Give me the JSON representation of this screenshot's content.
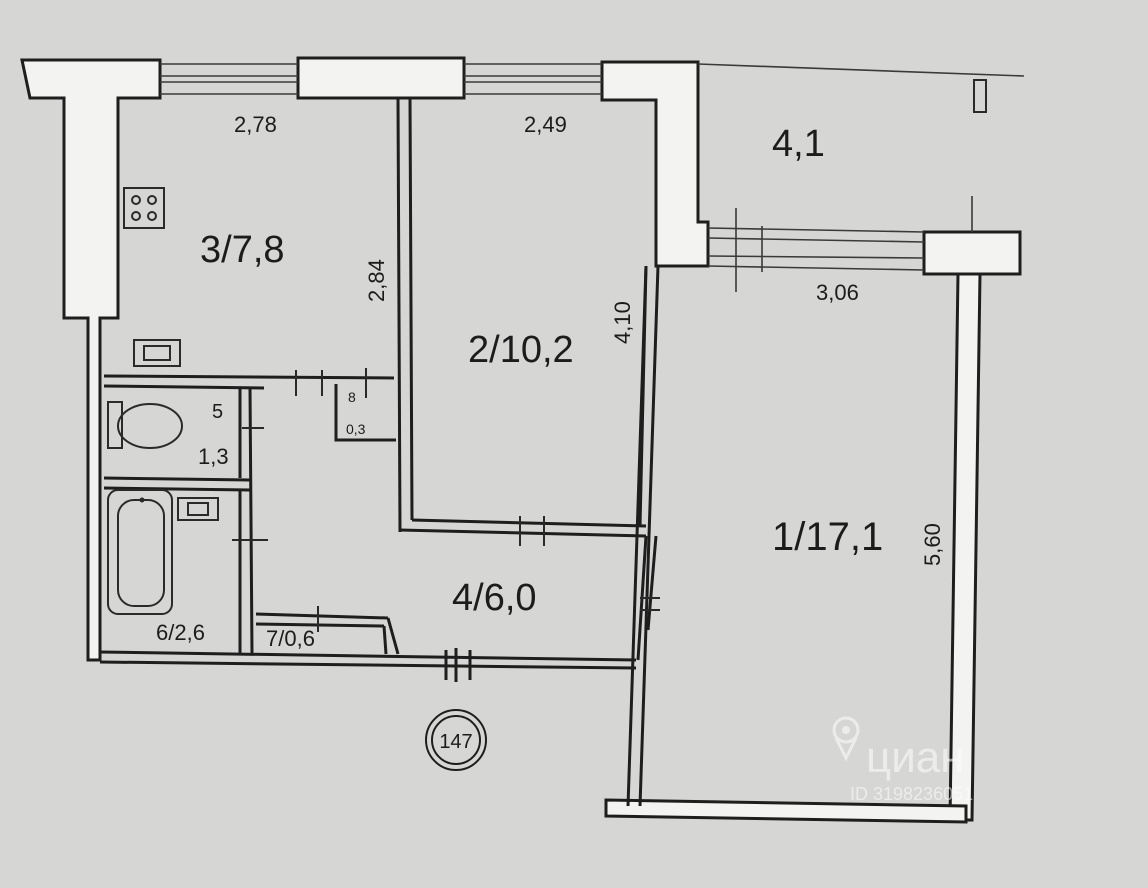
{
  "rooms": {
    "kitchen": "3/7,8",
    "bedroom": "2/10,2",
    "living": "1/17,1",
    "hall": "4/6,0",
    "wc_num": "5",
    "wc_area": "1,3",
    "bath": "6/2,6",
    "closet": "7/0,6",
    "niche_num": "8",
    "niche_area": "0,3",
    "balcony": "4,1"
  },
  "dimensions": {
    "kitchen_width": "2,78",
    "bedroom_width": "2,49",
    "kitchen_depth": "2,84",
    "bedroom_depth": "4,10",
    "living_width": "3,06",
    "living_depth": "5,60"
  },
  "marker": "147",
  "watermark": {
    "brand": "циан",
    "id": "ID 3198236051"
  },
  "colors": {
    "paper": "#d6d6d4",
    "ink": "#1e1e1e",
    "wall_fill": "#f3f3f1"
  }
}
